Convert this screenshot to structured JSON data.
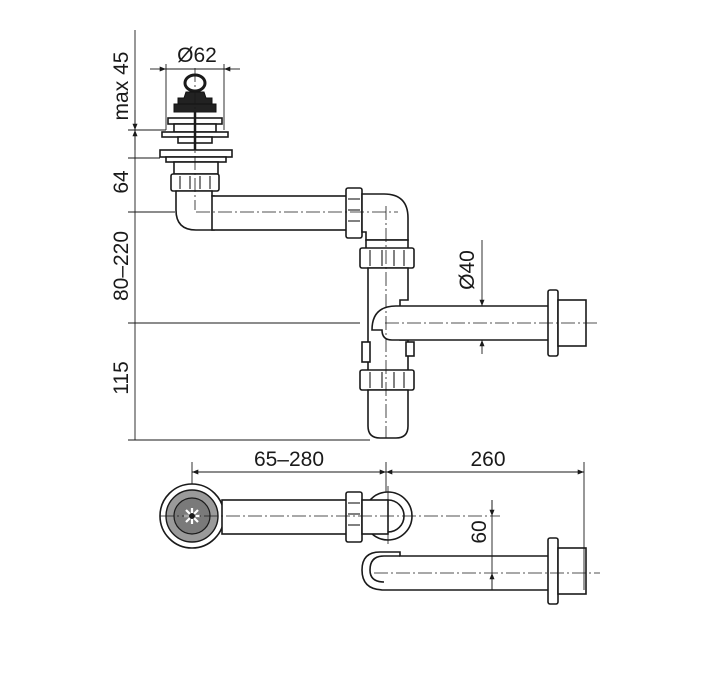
{
  "colors": {
    "line": "#1a1a1a",
    "background": "#ffffff",
    "grey_fill": "#8a8a8a"
  },
  "dimensions": {
    "max45": "max 45",
    "d62": "Ø62",
    "h64": "64",
    "h80_220": "80–220",
    "h115": "115",
    "d40": "Ø40",
    "w65_280": "65–280",
    "w260": "260",
    "w60": "60"
  }
}
